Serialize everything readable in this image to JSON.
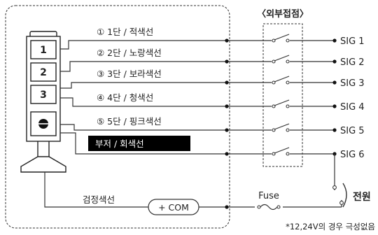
{
  "tower": {
    "tier_1": "1",
    "tier_2": "2",
    "tier_3": "3"
  },
  "wires": [
    {
      "label": "① 1단 / 적색선"
    },
    {
      "label": "② 2단 / 노랑색선"
    },
    {
      "label": "③ 3단 / 보라색선"
    },
    {
      "label": "④ 4단 / 청색선"
    },
    {
      "label": "⑤ 5단 / 핑크색선"
    },
    {
      "label": "부저 / 회색선"
    }
  ],
  "contacts_title": "〈외부접점〉",
  "signals": [
    "SIG 1",
    "SIG 2",
    "SIG 3",
    "SIG 4",
    "SIG 5",
    "SIG 6"
  ],
  "common": {
    "wire_label": "검정색선",
    "terminal": "+ COM"
  },
  "fuse_label": "Fuse",
  "power_label": "전원",
  "note": "*12,24V의 경우 극성없음"
}
